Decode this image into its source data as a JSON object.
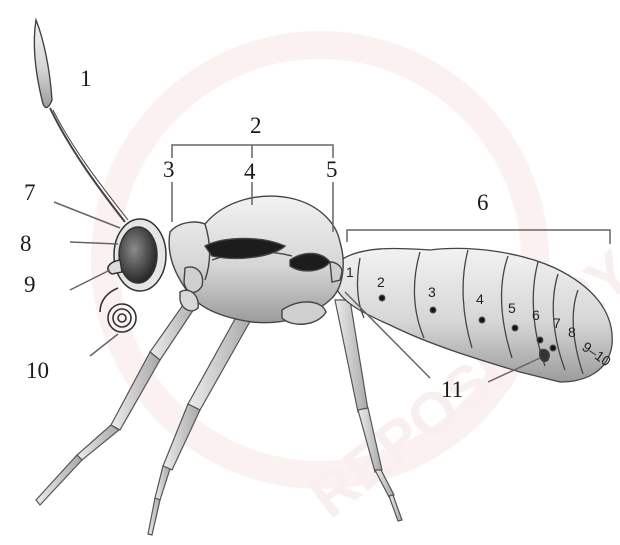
{
  "figure": {
    "watermark": "REPOSITORY",
    "labels": [
      "1",
      "2",
      "3",
      "4",
      "5",
      "6",
      "7",
      "8",
      "9",
      "10",
      "11"
    ],
    "segment_numbers": [
      "1",
      "2",
      "3",
      "4",
      "5",
      "6",
      "7",
      "8",
      "9–10"
    ]
  }
}
